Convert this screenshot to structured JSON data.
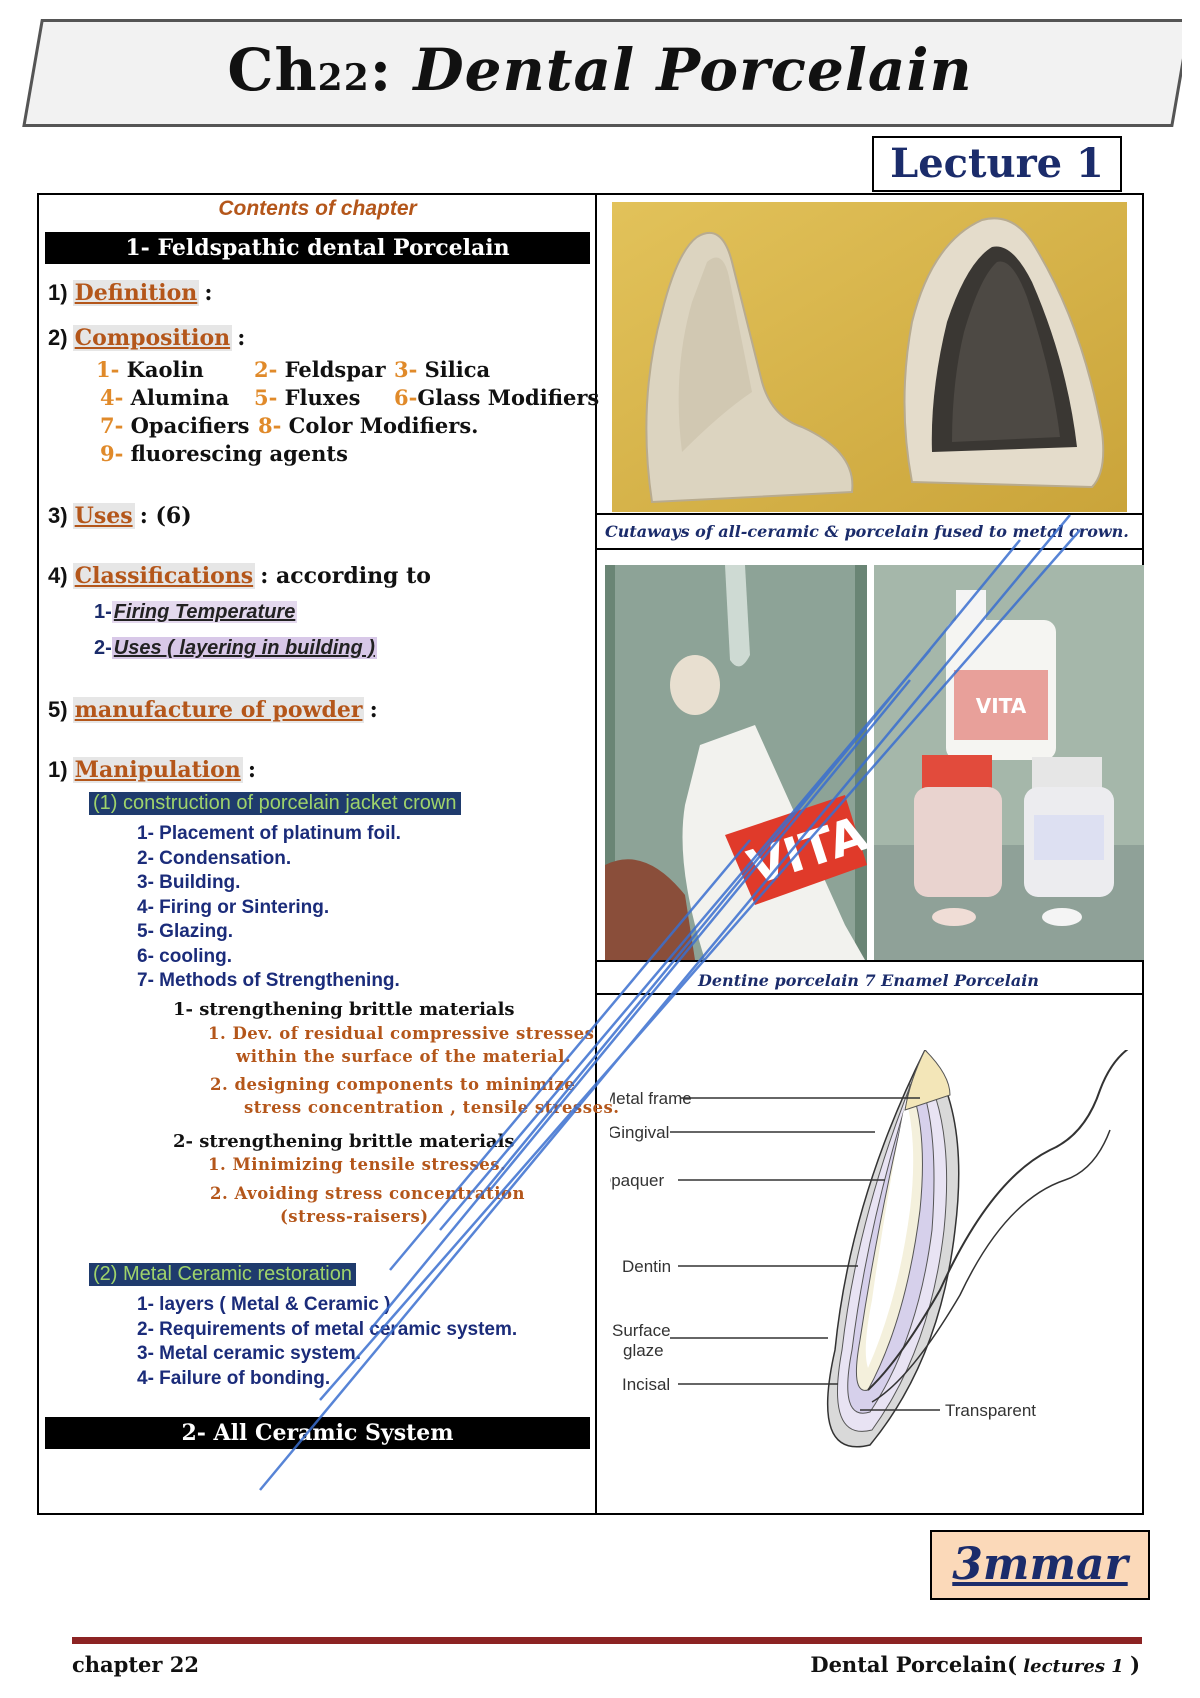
{
  "header": {
    "title_ch": "Ch",
    "title_num": "22",
    "title_rest": ": ",
    "title_subject": "Dental Porcelain",
    "lecture": "Lecture 1"
  },
  "contents": {
    "heading": "Contents of chapter",
    "part1": "1-  Feldspathic dental Porcelain",
    "definition_num": "1)",
    "definition": "Definition",
    "composition_num": "2)",
    "composition": "Composition",
    "comp_items": [
      {
        "n": "1-",
        "t": " Kaolin"
      },
      {
        "n": "2-",
        "t": " Feldspar"
      },
      {
        "n": "3-",
        "t": " Silica"
      },
      {
        "n": "4-",
        "t": " Alumina"
      },
      {
        "n": "5-",
        "t": " Fluxes"
      },
      {
        "n": "6-",
        "t": "Glass Modifiers"
      },
      {
        "n": "7-",
        "t": " Opacifiers"
      },
      {
        "n": "8-",
        "t": " Color Modifiers."
      },
      {
        "n": "9-",
        "t": " fluorescing agents"
      }
    ],
    "uses_num": "3)",
    "uses": "Uses",
    "uses_count": ": (6)",
    "class_num": "4)",
    "classifications": "Classifications",
    "class_suffix": ":  according to",
    "class_items": [
      {
        "n": "1-",
        "t": "Firing Temperature"
      },
      {
        "n": "2-",
        "t": "Uses ( layering in building )"
      }
    ],
    "manuf_num": "5)",
    "manufacture": "manufacture of powder",
    "manip_num": "1)",
    "manipulation": "Manipulation",
    "jacket_heading": "(1) construction of porcelain jacket crown",
    "jacket_steps": [
      "1- Placement of platinum foil.",
      "2- Condensation.",
      "3- Building.",
      "4- Firing or Sintering.",
      "5- Glazing.",
      "6- cooling.",
      "7- Methods of Strengthening."
    ],
    "strength1": "1- strengthening brittle materials",
    "strength1_items": [
      "1. Dev. of residual compressive stresses",
      "within the surface of the material.",
      "2.  designing components to minimize",
      "stress concentration , tensile stresses."
    ],
    "strength2": "2- strengthening brittle materials",
    "strength2_items": [
      "1. Minimizing tensile stresses.",
      "2. Avoiding stress concentration",
      "(stress-raisers)"
    ],
    "metal_heading": "(2) Metal Ceramic restoration",
    "metal_steps": [
      "1- layers ( Metal & Ceramic )",
      "2- Requirements of metal ceramic system.",
      "3- Metal ceramic system.",
      "4- Failure of bonding."
    ],
    "part2": "2-  All Ceramic System"
  },
  "figures": {
    "caption1": "Cutaways of  all-ceramic & porcelain fused to metal crown.",
    "caption2": "Dentine porcelain  7 Enamel Porcelain",
    "bottle_label": "VITA",
    "diagram_labels": [
      "Metal frame",
      "Gingival",
      "Opaquer",
      "Dentin",
      "Surface",
      "glaze",
      "Incisal",
      "Transparent"
    ]
  },
  "stamp": "3mmar",
  "footer": {
    "left": "chapter 22",
    "right_main": "Dental Porcelain(",
    "right_ital": " lectures 1 ",
    "right_end": ")"
  },
  "colors": {
    "accent_orange": "#b4561a",
    "navy": "#1b2c6b",
    "footer_bar": "#8c2323",
    "stamp_bg": "#fbd9b9"
  }
}
